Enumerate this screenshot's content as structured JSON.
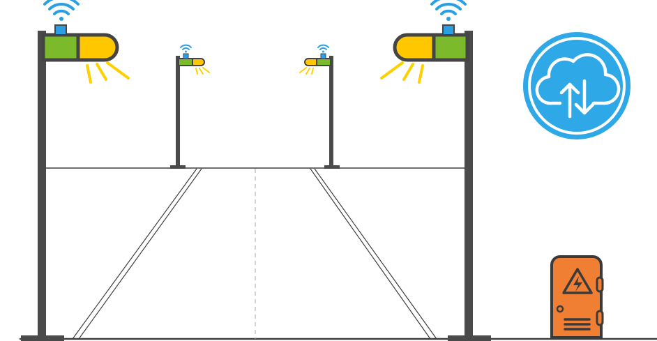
{
  "colors": {
    "pole": "#4a4a4a",
    "road_line": "#3d3d3d",
    "lamp_green": "#7bba2a",
    "lamp_yellow": "#ffc700",
    "lamp_outline": "#444444",
    "light_ray": "#ffd000",
    "sensor_blue": "#2b9fe3",
    "wifi_blue": "#2b9fe3",
    "cloud_circle": "#2ea8e6",
    "cloud_line": "#ffffff",
    "cabinet_orange": "#f07f33",
    "cabinet_outline": "#3a3a3a"
  },
  "icons": {
    "wifi": "wifi-icon",
    "cloud": "cloud-sync-icon",
    "cabinet": "electrical-cabinet-icon",
    "warning": "high-voltage-warning-icon"
  },
  "lamps": [
    {
      "id": "near-left",
      "side": "left"
    },
    {
      "id": "far-left",
      "side": "left"
    },
    {
      "id": "far-right",
      "side": "right"
    },
    {
      "id": "near-right",
      "side": "right"
    }
  ]
}
